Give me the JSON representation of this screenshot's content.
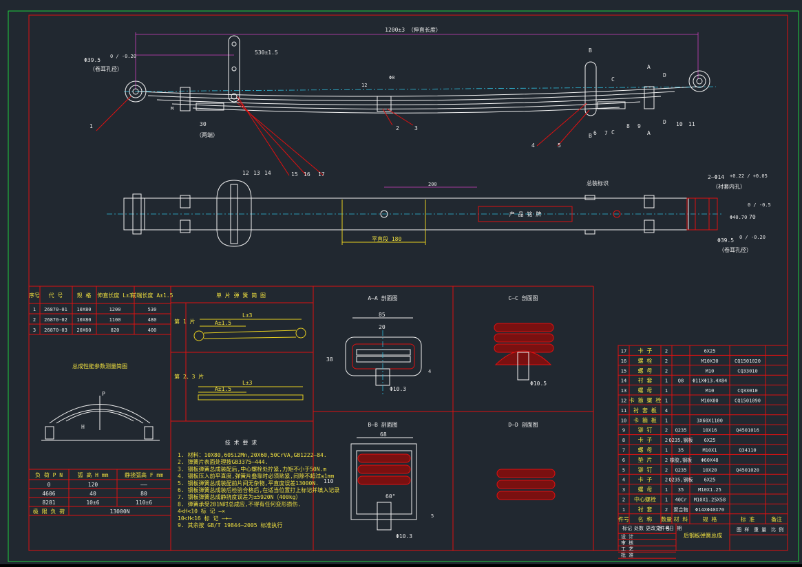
{
  "drawing": {
    "title": "后钢板弹簧总成",
    "dimensions": {
      "total_length": "1200±3 （伸直长度）",
      "center_to_u": "530±1.5",
      "eye_dia_top": "Φ39.5",
      "eye_tol_top": "0 / -0.20",
      "eye_note_top": "（卷耳孔径）",
      "eye_dia_right": "Φ39.5",
      "eye_tol_right": "0 / -0.20",
      "eye_note_right": "（卷耳孔径）",
      "u_width": "30",
      "u_note": "（两端）",
      "hole_spec": "2—Φ14",
      "hole_tol": "+0.22 / +0.05",
      "hole_note": "（衬套内孔）",
      "dim_200": "200",
      "platform": "平直段 180",
      "height_dim": "70",
      "height_tol": "0 / -0.5",
      "small_dim": "Φ8",
      "dim_12": "12",
      "dim_m": "M",
      "dim_width_bush": "Φ40.70"
    },
    "section_marks": {
      "a": "A",
      "b": "B",
      "c": "C",
      "d": "D"
    },
    "callouts": [
      "1",
      "2",
      "3",
      "4",
      "5",
      "6",
      "7",
      "8",
      "9",
      "10",
      "11",
      "12",
      "13",
      "14",
      "15",
      "16",
      "17"
    ],
    "plan_labels": {
      "product_plate": "产 品 铭 牌",
      "assembly_mark": "总装标识"
    }
  },
  "leaf_table": {
    "headers": [
      "序号",
      "代 号",
      "规 格",
      "伸直长度 L±3",
      "前端长度 A±1.5"
    ],
    "rows": [
      [
        "1",
        "26870-01",
        "10X80",
        "1200",
        "530"
      ],
      [
        "2",
        "26870-02",
        "10X80",
        "1100",
        "480"
      ],
      [
        "3",
        "26870-03",
        "20X60",
        "820",
        "400"
      ]
    ]
  },
  "leaf_sketch": {
    "title": "单 片 弹 簧 简 图",
    "side_top": "第 1 片",
    "side_bottom": "第 2、3 片",
    "l_top": "L±3",
    "a_top": "A±1.5",
    "l_bottom": "L±3",
    "a_bottom": "A±1.5"
  },
  "test_sketch": {
    "title": "总成性能参数测量简图",
    "load": "P",
    "height": "H"
  },
  "load_table": {
    "headers": [
      "负 荷 P N",
      "弧 高 H mm",
      "静挠弧高 F mm"
    ],
    "rows": [
      [
        "0",
        "120",
        "——"
      ],
      [
        "4606",
        "40",
        "80"
      ],
      [
        "8281",
        "10±6",
        "110±6"
      ]
    ],
    "limit_label": "极 限 负 荷",
    "limit_value": "13000N"
  },
  "tech_req": {
    "title": "技 术 要 求",
    "items": [
      "1. 材料：10X80,60Si2Mn,20X60,50CrVA,GB1222—84.",
      "2. 弹簧片表面处理按GB3375—444.",
      "3. 钢板弹簧总成装配后,中心螺栓处拧紧,力矩不小于50N.m",
      "4. 钢板压入前平直度,弹簧片叠靠时必须贴紧,间隙不超过≤1mm",
      "5. 钢板弹簧总成装配前片间无杂物,平直度误差13000N.",
      "6. 钢板弹簧总成装后检验合格后,在适当位置打上标记并填入记录",
      "7. 钢板弹簧总成静挠度误差为±5920N（400kg）",
      "8. 弹簧承受281N时总成应,不得有任何变形损伤.",
      "   4<H<10   标 记 —×",
      "   10<H<16   标 记 —+—",
      "9. 其余按 GB/T 19844—2005 标准执行"
    ]
  },
  "sections": {
    "aa": "A—A 剖面图",
    "bb": "B—B 剖面图",
    "cc": "C—C 剖面图",
    "dd": "D—D 剖面图"
  },
  "section_dims": {
    "aa_w": "85",
    "aa_w2": "20",
    "aa_h": "38",
    "aa_dia": "Φ10.3",
    "aa_r": "4",
    "cc_dia": "Φ10.5",
    "bb_w": "68",
    "bb_h": "110",
    "bb_ang": "60°",
    "bb_dia": "Φ10.3",
    "bb_r": "5"
  },
  "bom": {
    "rows": [
      [
        "17",
        "卡  子",
        "2",
        "",
        "6X25",
        ""
      ],
      [
        "16",
        "螺  栓",
        "2",
        "",
        "M10X30",
        "CQ1501020"
      ],
      [
        "15",
        "螺  母",
        "2",
        "",
        "M10",
        "CQ33010"
      ],
      [
        "14",
        "衬  套",
        "1",
        "Q8",
        "Φ11XΦ13.4X84",
        ""
      ],
      [
        "13",
        "螺  母",
        "1",
        "",
        "M10",
        "CQ33010"
      ],
      [
        "12",
        "卡 箍 螺 栓",
        "1",
        "",
        "M10X80",
        "CQ1501090"
      ],
      [
        "11",
        "衬 套 板",
        "4",
        "",
        "",
        ""
      ],
      [
        "10",
        "卡 箍 板",
        "1",
        "",
        "3X60X1100",
        ""
      ],
      [
        "9",
        "铆  钉",
        "2",
        "Q235",
        "10X16",
        "Q4501016"
      ],
      [
        "8",
        "卡  子",
        "2",
        "Q235,钢板",
        "6X25",
        ""
      ],
      [
        "7",
        "螺  母",
        "1",
        "35",
        "M10X1",
        "Q34110"
      ],
      [
        "6",
        "垫  片",
        "2",
        "橡胶,钢板",
        "Φ60X48",
        ""
      ],
      [
        "5",
        "铆  钉",
        "2",
        "Q235",
        "10X20",
        "Q4501020"
      ],
      [
        "4",
        "卡  子",
        "2",
        "Q235,钢板",
        "6X25",
        ""
      ],
      [
        "3",
        "螺  母",
        "1",
        "35",
        "M10X1.25",
        ""
      ],
      [
        "2",
        "中心螺栓",
        "1",
        "40Cr",
        "M10X1.25X58",
        ""
      ],
      [
        "1",
        "衬  套",
        "2",
        "聚合物",
        "Φ14XΦ40X70",
        ""
      ]
    ],
    "header": [
      "件号",
      "名  称",
      "数量",
      "材  料",
      "规  格",
      "标  准",
      "备注"
    ],
    "title_left": [
      "设 计",
      "审 核",
      "工 艺",
      "批 准"
    ],
    "title_small": [
      "标记",
      "处数",
      "更改文件号",
      "签 名",
      "日 期"
    ],
    "title_right": [
      "图 样",
      "重 量",
      "比 例"
    ]
  }
}
